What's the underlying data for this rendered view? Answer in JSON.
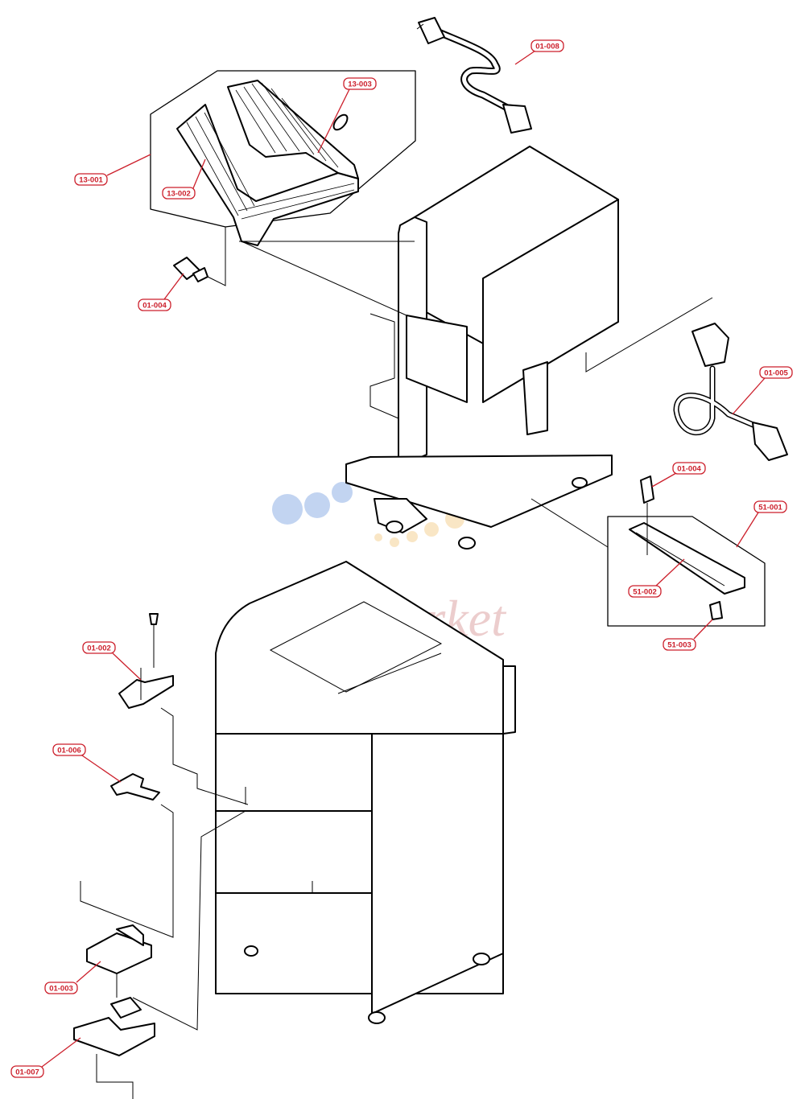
{
  "colors": {
    "callout": "#cc1f2b",
    "line": "#000000",
    "watermark_text": "#e9c5c5",
    "watermark_blue": "#b8cdef",
    "watermark_orange": "#f9e2bc"
  },
  "watermark": {
    "text": "Ink-Market"
  },
  "callouts": [
    {
      "id": "c-13-003",
      "label": "13-003"
    },
    {
      "id": "c-13-001",
      "label": "13-001"
    },
    {
      "id": "c-13-002",
      "label": "13-002"
    },
    {
      "id": "c-01-008",
      "label": "01-008"
    },
    {
      "id": "c-01-004a",
      "label": "01-004"
    },
    {
      "id": "c-01-005",
      "label": "01-005"
    },
    {
      "id": "c-01-004b",
      "label": "01-004"
    },
    {
      "id": "c-51-001",
      "label": "51-001"
    },
    {
      "id": "c-51-002",
      "label": "51-002"
    },
    {
      "id": "c-51-003",
      "label": "51-003"
    },
    {
      "id": "c-01-002",
      "label": "01-002"
    },
    {
      "id": "c-01-006",
      "label": "01-006"
    },
    {
      "id": "c-01-003",
      "label": "01-003"
    },
    {
      "id": "c-01-007",
      "label": "01-007"
    }
  ]
}
